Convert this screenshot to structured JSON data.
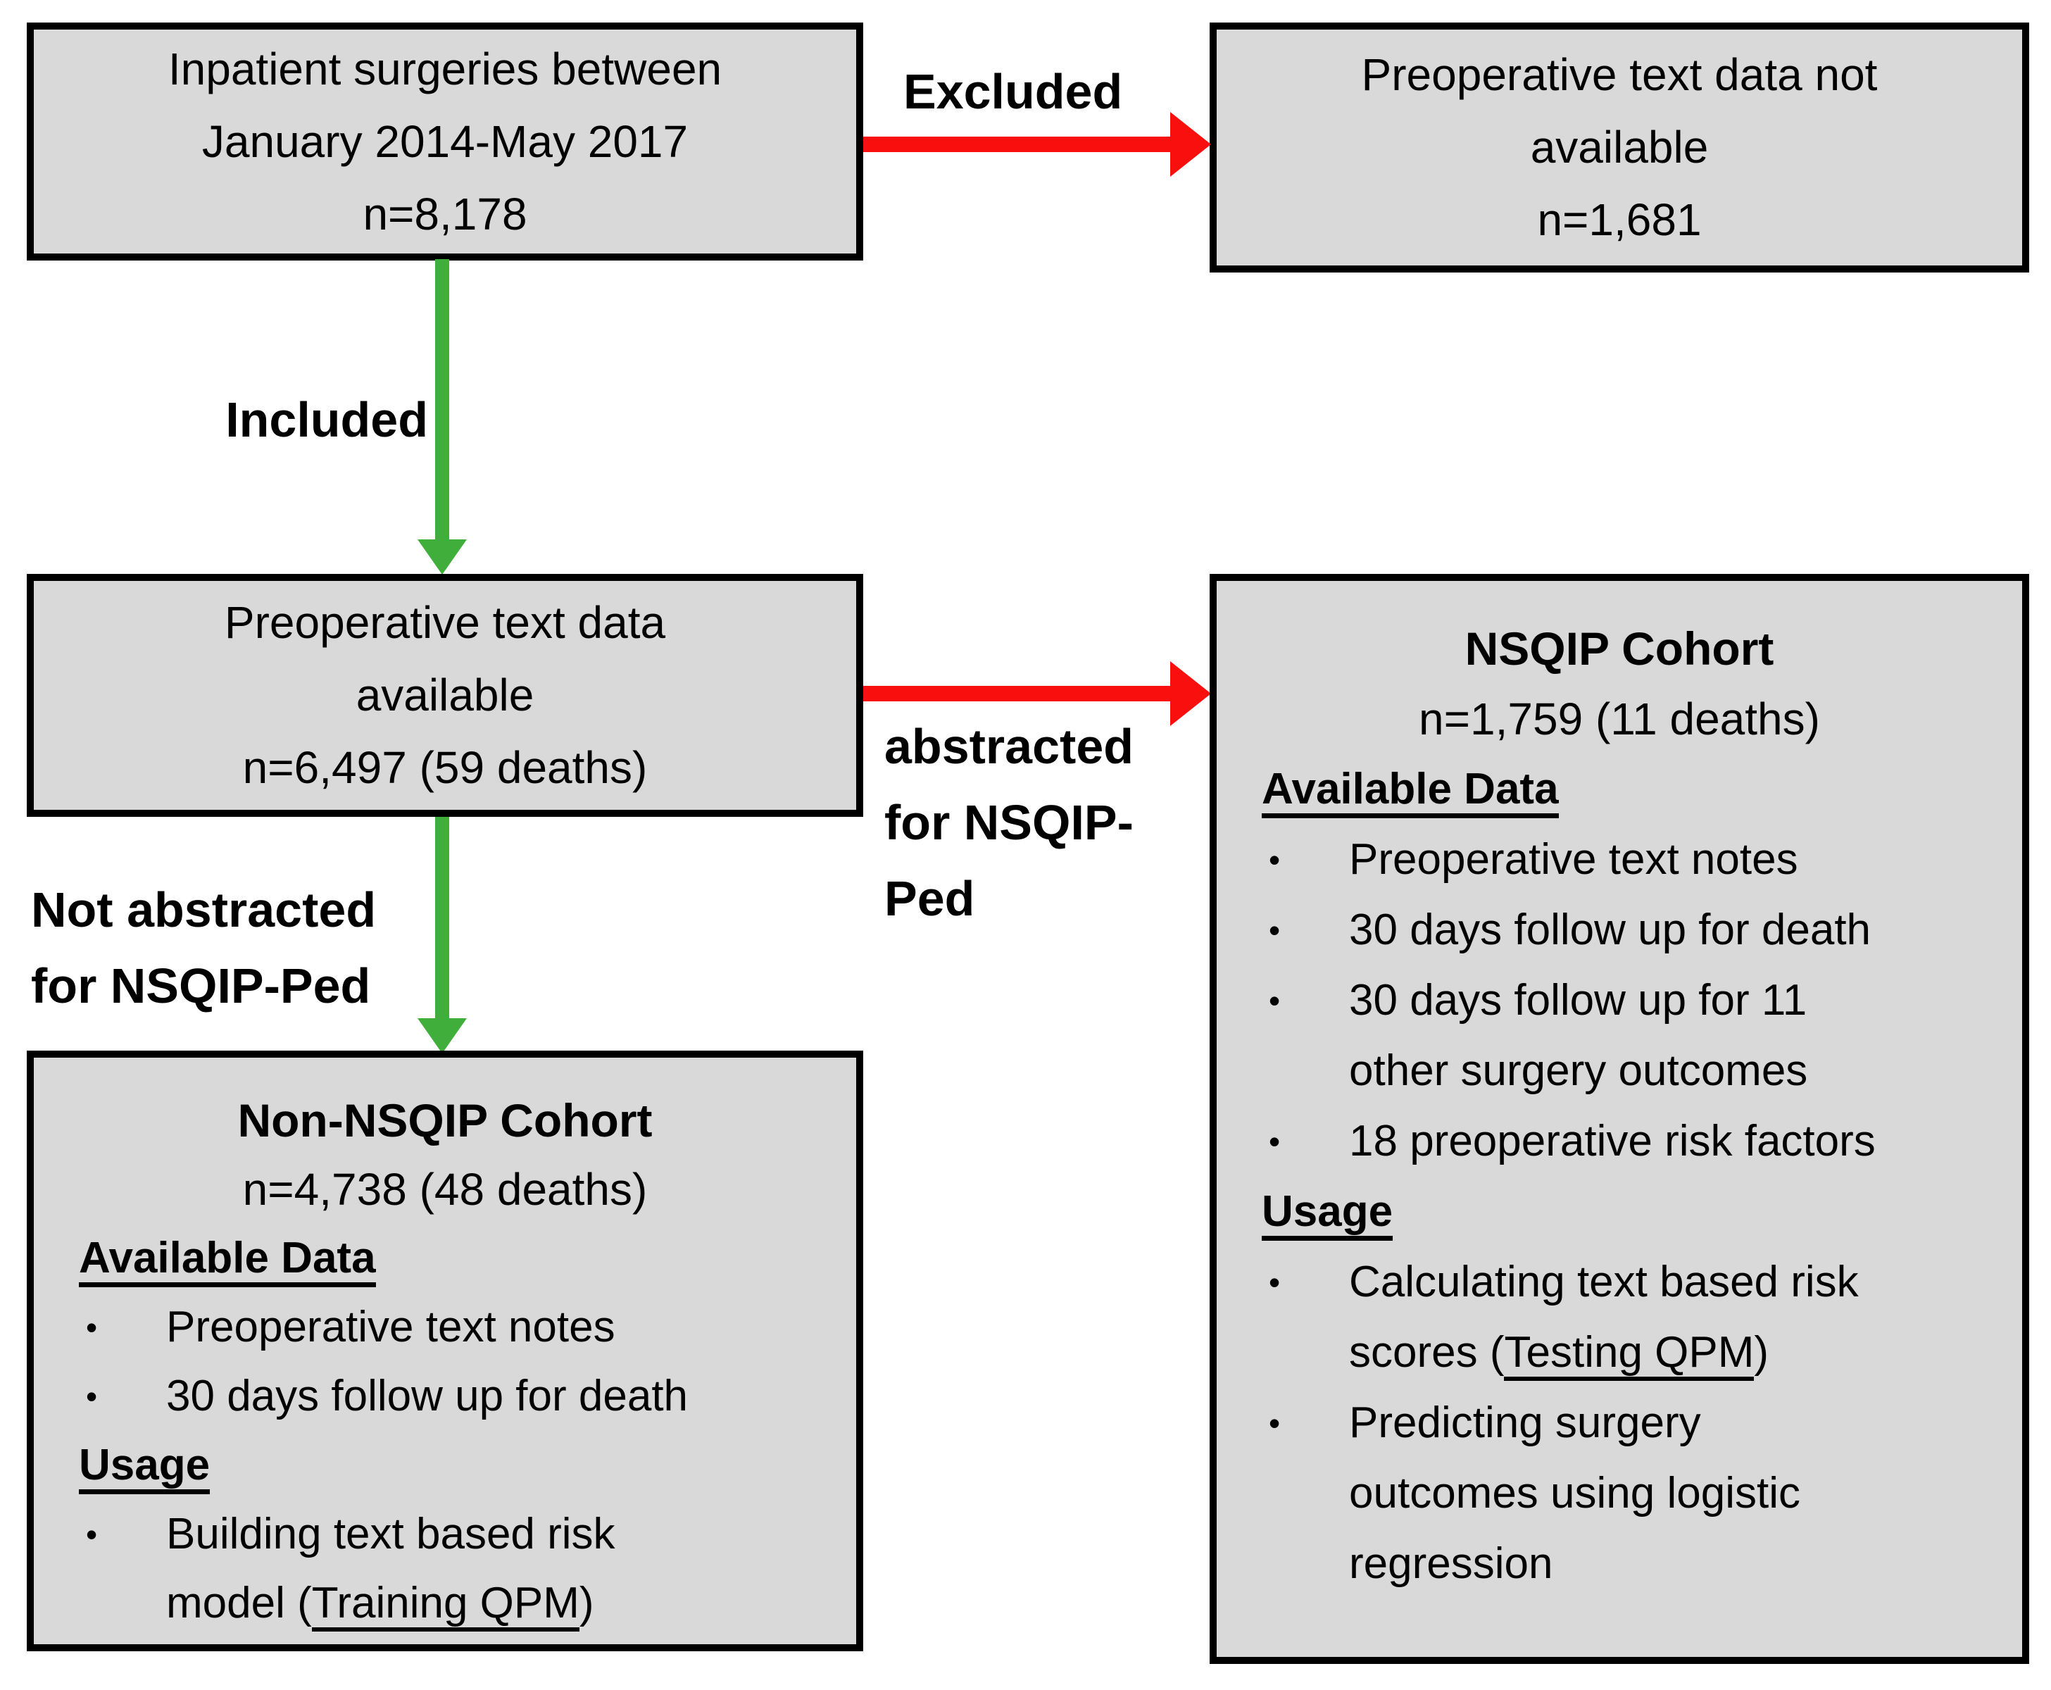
{
  "diagram": {
    "bullet_char": "•",
    "colors": {
      "box_fill": "#d9d9d9",
      "box_border": "#000000",
      "arrow_red": "#fa0f0f",
      "arrow_green": "#3fae3a"
    },
    "boxes": {
      "surgeries": {
        "text": "Inpatient surgeries between\nJanuary 2014-May 2017\nn=8,178"
      },
      "no_text_data": {
        "text": "Preoperative text data not\navailable\nn=1,681"
      },
      "text_available": {
        "text": "Preoperative text data\navailable\nn=6,497 (59 deaths)"
      },
      "nsqip": {
        "title": "NSQIP Cohort",
        "subtitle": "n=1,759 (11 deaths)",
        "available_heading": "Available Data",
        "available_bullets": [
          "Preoperative text notes",
          "30 days follow up for death",
          "30 days follow up for 11\nother surgery outcomes",
          "18 preoperative risk factors"
        ],
        "usage_heading": "Usage",
        "usage_bullets": [
          {
            "pre": "Calculating text based risk\nscores (",
            "underline": "Testing QPM",
            "post": ")"
          },
          {
            "pre": "Predicting surgery\noutcomes using logistic\nregression",
            "underline": "",
            "post": ""
          }
        ]
      },
      "non_nsqip": {
        "title": "Non-NSQIP Cohort",
        "subtitle": "n=4,738 (48 deaths)",
        "available_heading": "Available Data",
        "available_bullets": [
          "Preoperative text notes",
          "30 days follow up for death"
        ],
        "usage_heading": "Usage",
        "usage_bullets": [
          {
            "pre": "Building text based risk\nmodel (",
            "underline": "Training QPM",
            "post": ")"
          }
        ]
      }
    },
    "labels": {
      "excluded": "Excluded",
      "included": "Included",
      "abstracted": "abstracted\nfor NSQIP-\nPed",
      "not_abstracted": "Not abstracted\nfor NSQIP-Ped"
    }
  }
}
